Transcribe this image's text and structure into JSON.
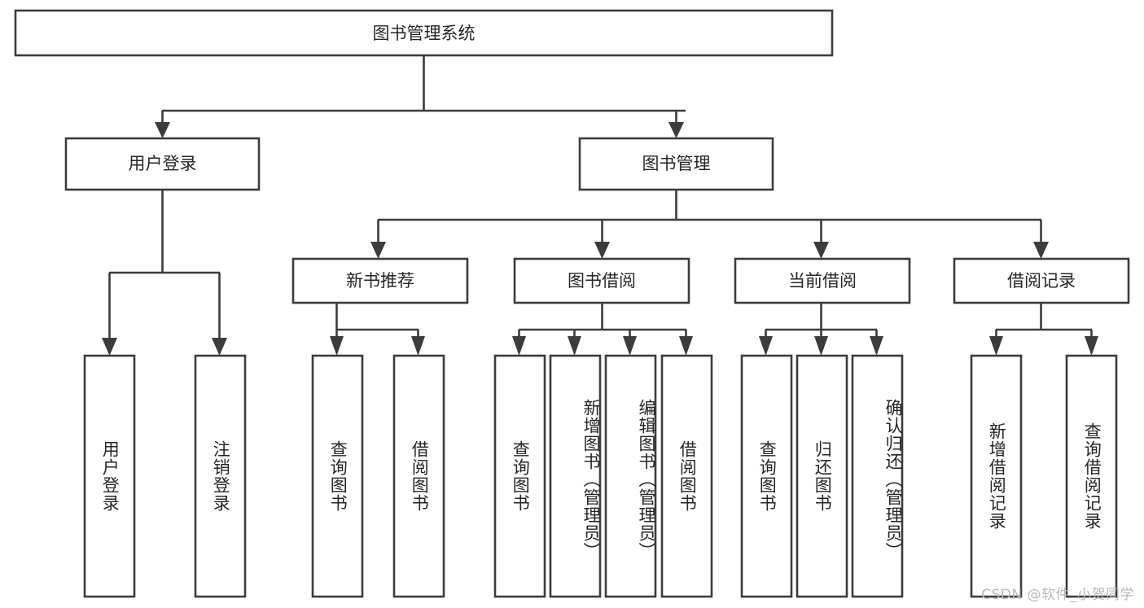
{
  "diagram": {
    "title": "图书管理系统",
    "watermark": "CSDN @软件_小贺同学",
    "colors": {
      "background": "#ffffff",
      "node_fill": "#ffffff",
      "node_stroke": "#3c3c3c",
      "text": "#262626",
      "watermark": "#b9b9b9"
    },
    "root": {
      "label": "图书管理系统"
    },
    "level2": [
      {
        "label": "用户登录"
      },
      {
        "label": "图书管理"
      }
    ],
    "level3": [
      {
        "label": "新书推荐"
      },
      {
        "label": "图书借阅"
      },
      {
        "label": "当前借阅"
      },
      {
        "label": "借阅记录"
      }
    ],
    "leaves": {
      "user_login": [
        {
          "label": "用户登录"
        },
        {
          "label": "注销登录"
        }
      ],
      "new_book_recommend": [
        {
          "label": "查询图书"
        },
        {
          "label": "借阅图书"
        }
      ],
      "book_borrow": [
        {
          "label": "查询图书"
        },
        {
          "label": "新增图书（管理员）"
        },
        {
          "label": "编辑图书（管理员）"
        },
        {
          "label": "借阅图书"
        }
      ],
      "current_borrow": [
        {
          "label": "查询图书"
        },
        {
          "label": "归还图书"
        },
        {
          "label": "确认归还（管理员）"
        }
      ],
      "borrow_record": [
        {
          "label": "新增借阅记录"
        },
        {
          "label": "查询借阅记录"
        }
      ]
    }
  },
  "chart_data": {
    "type": "tree",
    "title": "图书管理系统",
    "orientation": "top-down",
    "levels": 4,
    "nodes": [
      {
        "id": "root",
        "label": "图书管理系统",
        "level": 0,
        "parent": null
      },
      {
        "id": "n-user-login",
        "label": "用户登录",
        "level": 1,
        "parent": "root"
      },
      {
        "id": "n-book-mgmt",
        "label": "图书管理",
        "level": 1,
        "parent": "root"
      },
      {
        "id": "n-new-book",
        "label": "新书推荐",
        "level": 2,
        "parent": "n-book-mgmt"
      },
      {
        "id": "n-book-borrow",
        "label": "图书借阅",
        "level": 2,
        "parent": "n-book-mgmt"
      },
      {
        "id": "n-current-borrow",
        "label": "当前借阅",
        "level": 2,
        "parent": "n-book-mgmt"
      },
      {
        "id": "n-borrow-record",
        "label": "借阅记录",
        "level": 2,
        "parent": "n-book-mgmt"
      },
      {
        "id": "l-user-login",
        "label": "用户登录",
        "level": 3,
        "parent": "n-user-login"
      },
      {
        "id": "l-logout",
        "label": "注销登录",
        "level": 3,
        "parent": "n-user-login"
      },
      {
        "id": "l-nb-query",
        "label": "查询图书",
        "level": 3,
        "parent": "n-new-book"
      },
      {
        "id": "l-nb-borrow",
        "label": "借阅图书",
        "level": 3,
        "parent": "n-new-book"
      },
      {
        "id": "l-bb-query",
        "label": "查询图书",
        "level": 3,
        "parent": "n-book-borrow"
      },
      {
        "id": "l-bb-add",
        "label": "新增图书（管理员）",
        "level": 3,
        "parent": "n-book-borrow"
      },
      {
        "id": "l-bb-edit",
        "label": "编辑图书（管理员）",
        "level": 3,
        "parent": "n-book-borrow"
      },
      {
        "id": "l-bb-borrow",
        "label": "借阅图书",
        "level": 3,
        "parent": "n-book-borrow"
      },
      {
        "id": "l-cb-query",
        "label": "查询图书",
        "level": 3,
        "parent": "n-current-borrow"
      },
      {
        "id": "l-cb-return",
        "label": "归还图书",
        "level": 3,
        "parent": "n-current-borrow"
      },
      {
        "id": "l-cb-confirm",
        "label": "确认归还（管理员）",
        "level": 3,
        "parent": "n-current-borrow"
      },
      {
        "id": "l-br-add",
        "label": "新增借阅记录",
        "level": 3,
        "parent": "n-borrow-record"
      },
      {
        "id": "l-br-query",
        "label": "查询借阅记录",
        "level": 3,
        "parent": "n-borrow-record"
      }
    ]
  }
}
